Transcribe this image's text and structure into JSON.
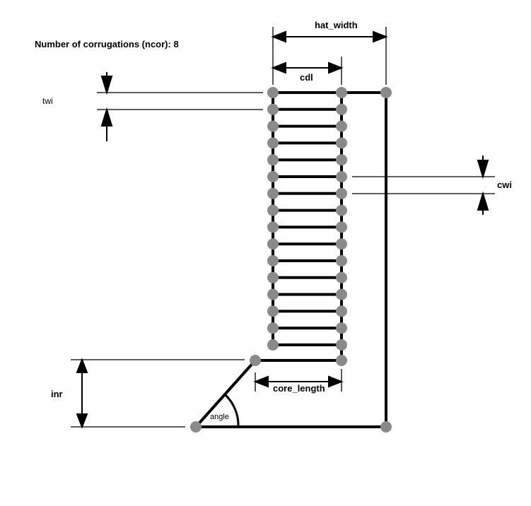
{
  "labels": {
    "title": "Number of corrugations (ncor): 8",
    "hat_width": "hat_width",
    "cdl": "cdl",
    "twi": "twi",
    "cwi": "cwi",
    "inr": "inr",
    "core_length": "core_length",
    "angle": "angle"
  },
  "corrugations": 8,
  "colors": {
    "line": "#000000",
    "node": "#8a8a8a",
    "background": "#ffffff"
  }
}
